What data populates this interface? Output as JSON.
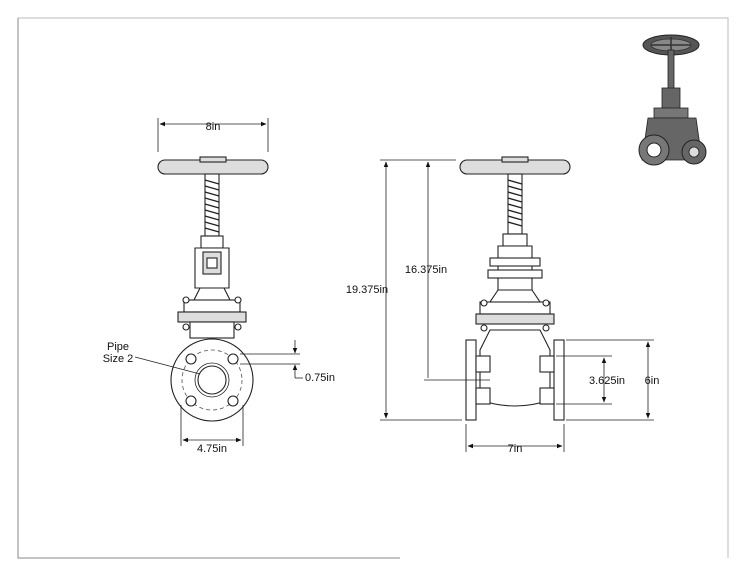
{
  "dimensions": {
    "handwheel_diameter": "8in",
    "overall_height": "19.375in",
    "stem_height": "16.375in",
    "pipe_size_line1": "Pipe",
    "pipe_size_line2": "Size 2",
    "bolt_hole": "0.75in",
    "bolt_circle": "4.75in",
    "face_to_face": "7in",
    "bore": "3.625in",
    "flange_diameter": "6in"
  },
  "colors": {
    "line": "#222222",
    "fill_dark": "#555555",
    "fill_light": "#dddddd"
  }
}
